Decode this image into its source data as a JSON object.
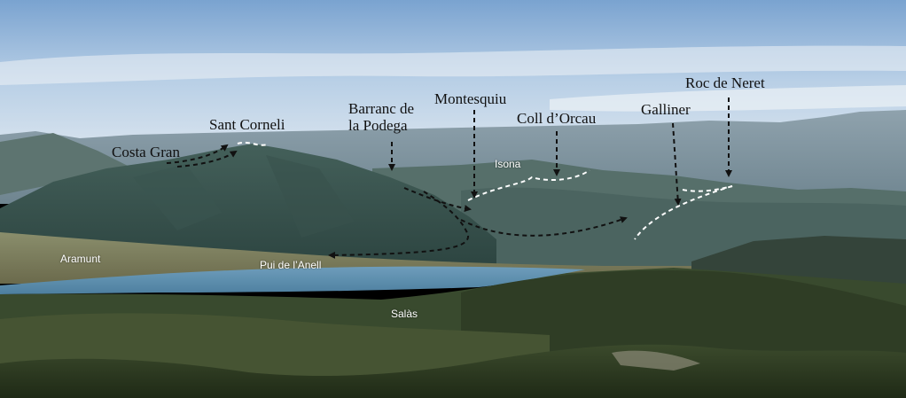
{
  "photo": {
    "peak_labels": {
      "sant_corneli": "Sant Corneli",
      "costa_gran": "Costa Gran",
      "barranc_line1": "Barranc de",
      "barranc_line2": "la Podega",
      "montesquiu": "Montesquiu",
      "coll_orcau": "Coll d’Orcau",
      "galliner": "Galliner",
      "roc_neret": "Roc de Neret"
    },
    "place_labels": {
      "isona": "Isona",
      "aramunt": "Aramunt",
      "pui_anell": "Pui de l’Anell",
      "salas": "Salàs"
    },
    "colors": {
      "sky_top": "#7fa8d4",
      "sky_bottom": "#dfe8f0",
      "reservoir": "#5b8fb0",
      "ridge_dark": "#2f4a44",
      "forest": "#2c3a22",
      "arrow": "#111111",
      "dashed_trace": "#ffffff"
    }
  }
}
